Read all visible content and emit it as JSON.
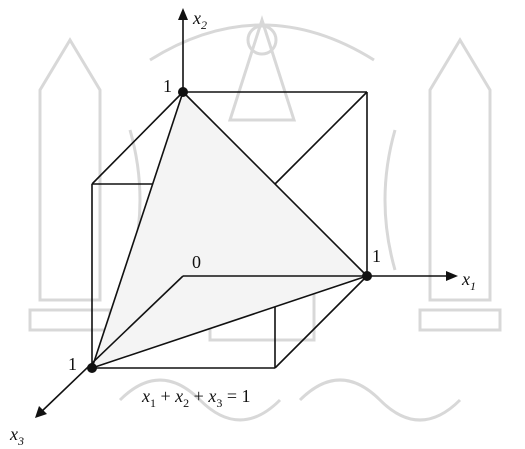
{
  "diagram": {
    "axis_labels": {
      "x1": {
        "base": "x",
        "sub": "1"
      },
      "x2": {
        "base": "x",
        "sub": "2"
      },
      "x3": {
        "base": "x",
        "sub": "3"
      }
    },
    "origin_label": "0",
    "tick_labels": {
      "x1": "1",
      "x2": "1",
      "x3": "1"
    },
    "equation": {
      "parts": [
        {
          "base": "x",
          "sub": "1"
        },
        {
          "op": " + "
        },
        {
          "base": "x",
          "sub": "2"
        },
        {
          "op": " + "
        },
        {
          "base": "x",
          "sub": "3"
        },
        {
          "op": " = 1"
        }
      ]
    }
  }
}
